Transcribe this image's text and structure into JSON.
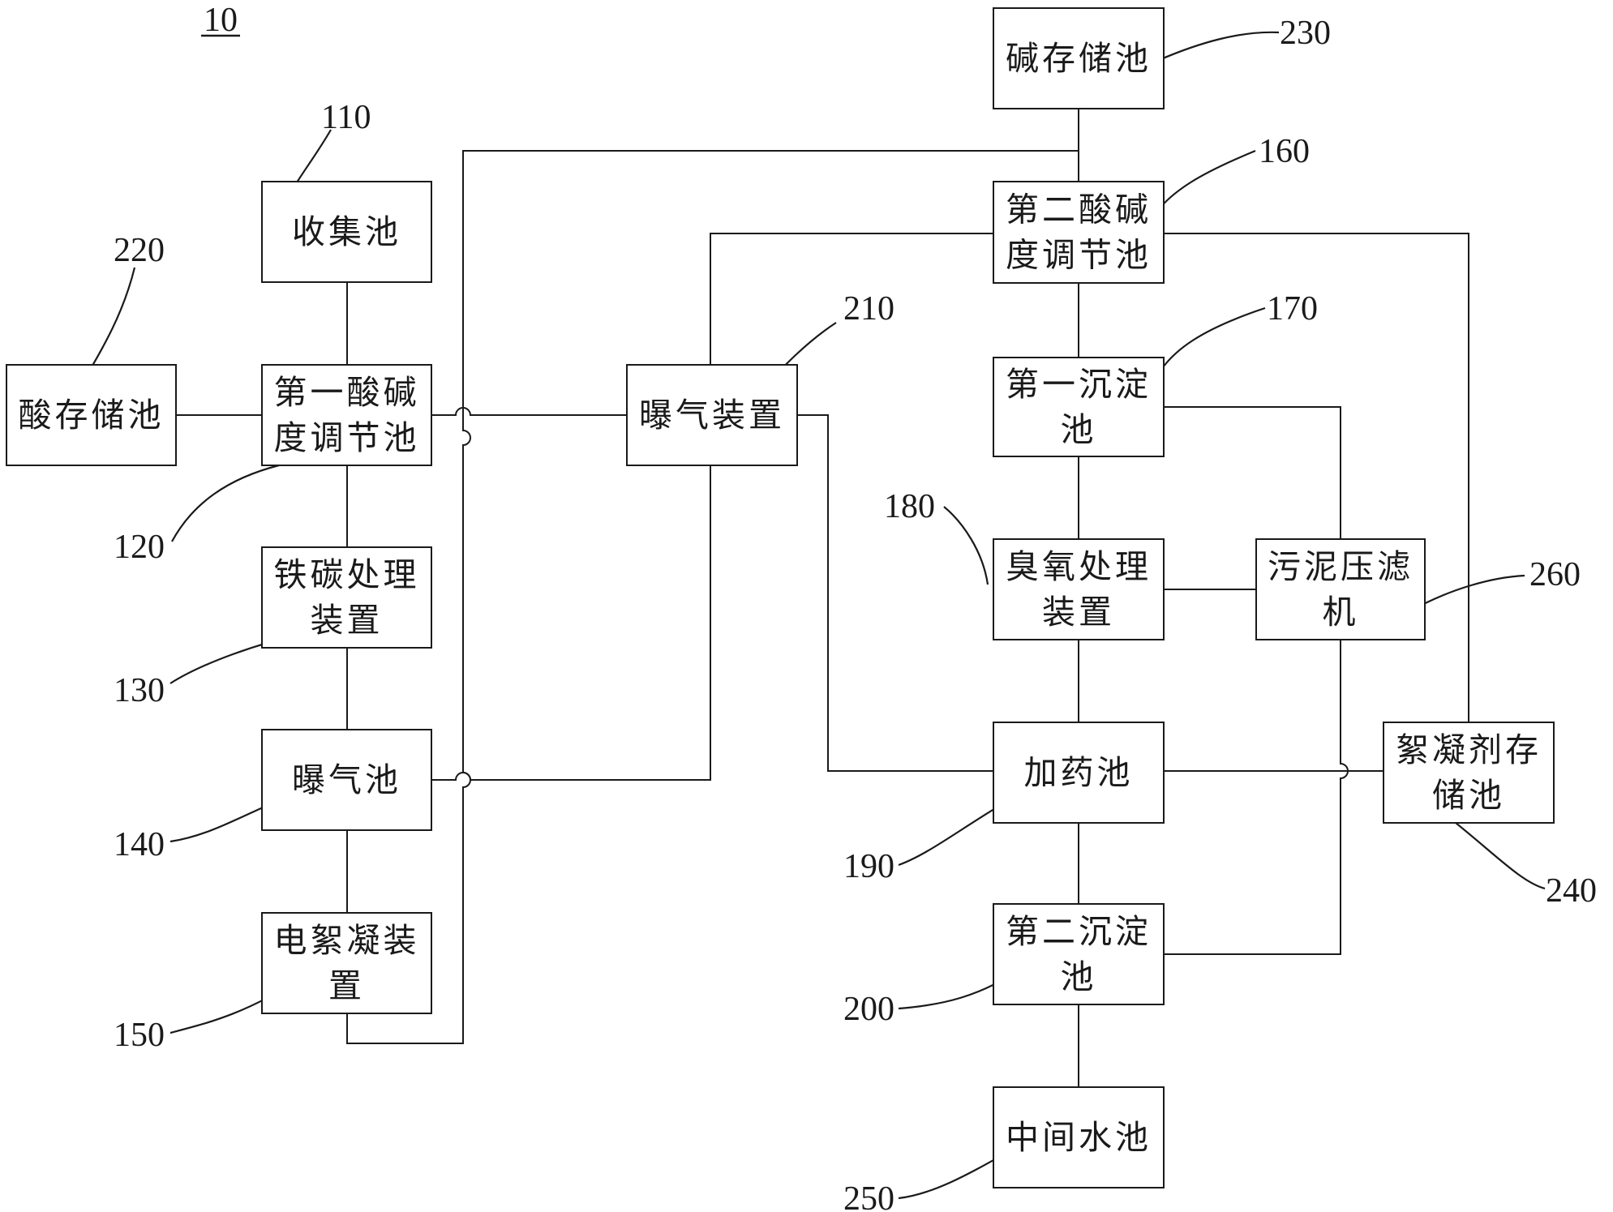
{
  "figure": {
    "label": "10"
  },
  "blocks": {
    "collection_tank": {
      "lines": [
        "收集池"
      ],
      "ref": "110"
    },
    "first_ph_tank": {
      "lines": [
        "第一酸碱",
        "度调节池"
      ],
      "ref": "120"
    },
    "iron_carbon_device": {
      "lines": [
        "铁碳处理",
        "装置"
      ],
      "ref": "130"
    },
    "aeration_tank": {
      "lines": [
        "曝气池"
      ],
      "ref": "140"
    },
    "electrocoag_device": {
      "lines": [
        "电絮凝装",
        "置"
      ],
      "ref": "150"
    },
    "second_ph_tank": {
      "lines": [
        "第二酸碱",
        "度调节池"
      ],
      "ref": "160"
    },
    "first_settling_tank": {
      "lines": [
        "第一沉淀",
        "池"
      ],
      "ref": "170"
    },
    "ozone_device": {
      "lines": [
        "臭氧处理",
        "装置"
      ],
      "ref": "180"
    },
    "dosing_tank": {
      "lines": [
        "加药池"
      ],
      "ref": "190"
    },
    "second_settling_tank": {
      "lines": [
        "第二沉淀",
        "池"
      ],
      "ref": "200"
    },
    "aeration_device": {
      "lines": [
        "曝气装置"
      ],
      "ref": "210"
    },
    "acid_storage": {
      "lines": [
        "酸存储池"
      ],
      "ref": "220"
    },
    "alkali_storage": {
      "lines": [
        "碱存储池"
      ],
      "ref": "230"
    },
    "flocculant_storage": {
      "lines": [
        "絮凝剂存",
        "储池"
      ],
      "ref": "240"
    },
    "intermediate_tank": {
      "lines": [
        "中间水池"
      ],
      "ref": "250"
    },
    "sludge_filter_press": {
      "lines": [
        "污泥压滤",
        "机"
      ],
      "ref": "260"
    }
  }
}
